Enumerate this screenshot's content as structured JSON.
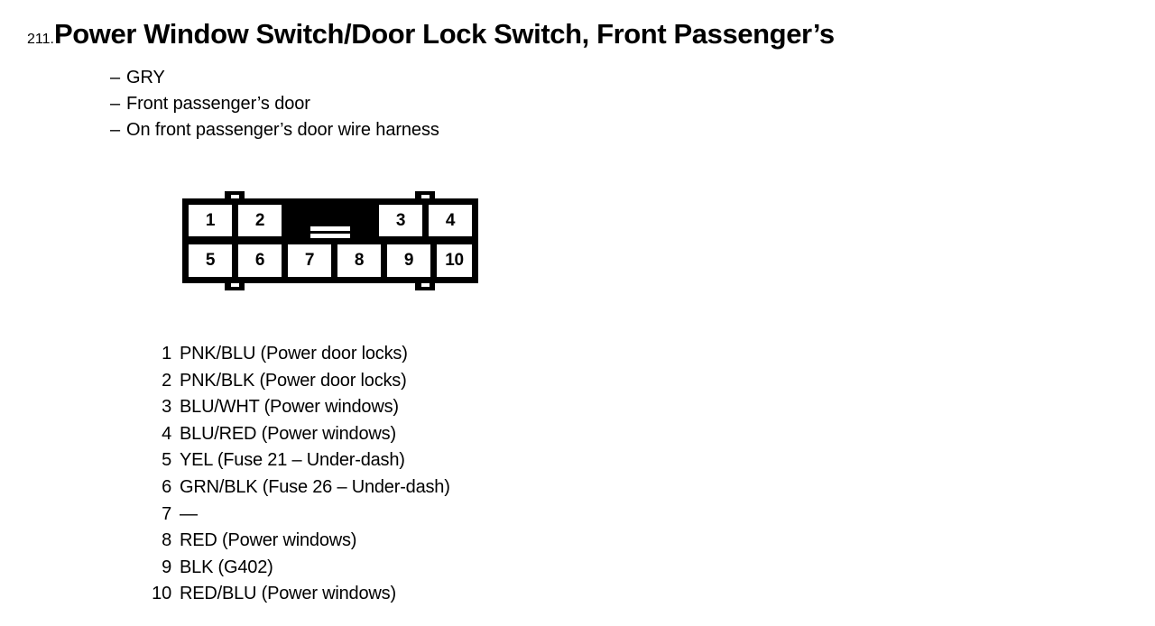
{
  "header": {
    "number": "211.",
    "title": "Power Window Switch/Door Lock Switch, Front Passenger’s"
  },
  "notes": {
    "dash": "–",
    "items": [
      "GRY",
      "Front passenger’s door",
      "On front passenger’s door wire harness"
    ]
  },
  "connector": {
    "name": "10-pin connector",
    "key_slot_label": "keying-slot",
    "top_row": [
      "1",
      "2",
      "3",
      "4"
    ],
    "bottom_row": [
      "5",
      "6",
      "7",
      "8",
      "9",
      "10"
    ]
  },
  "legend": {
    "rows": [
      {
        "pin": "1",
        "label": "PNK/BLU (Power door locks)"
      },
      {
        "pin": "2",
        "label": "PNK/BLK (Power door locks)"
      },
      {
        "pin": "3",
        "label": "BLU/WHT (Power windows)"
      },
      {
        "pin": "4",
        "label": "BLU/RED (Power windows)"
      },
      {
        "pin": "5",
        "label": "YEL (Fuse 21 – Under-dash)"
      },
      {
        "pin": "6",
        "label": "GRN/BLK (Fuse 26 – Under-dash)"
      },
      {
        "pin": "7",
        "label": "—"
      },
      {
        "pin": "8",
        "label": "RED (Power windows)"
      },
      {
        "pin": "9",
        "label": "BLK (G402)"
      },
      {
        "pin": "10",
        "label": "RED/BLU (Power windows)"
      }
    ]
  },
  "colors": {
    "ink": "#000000",
    "paper": "#ffffff"
  }
}
